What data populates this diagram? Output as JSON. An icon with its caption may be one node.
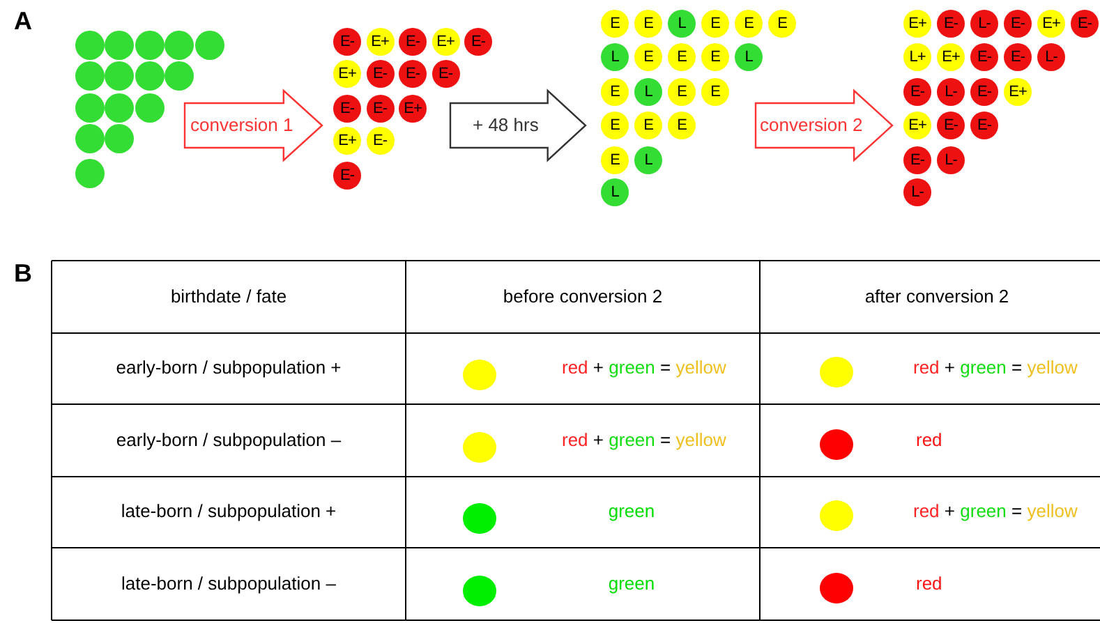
{
  "diagram": {
    "nodes": [
      {
        "text": [],
        "shape": "circle"
      },
      {
        "text": [],
        "shape": "circle"
      },
      {
        "text": [],
        "shape": "circle"
      },
      {
        "text": [],
        "shape": "circle"
      },
      {
        "text": [],
        "shape": "circle"
      },
      {
        "text": [],
        "shape": "circle"
      },
      {
        "text": [],
        "shape": "circle"
      },
      {
        "text": [],
        "shape": "circle"
      },
      {
        "text": [],
        "shape": "circle"
      },
      {
        "text": [],
        "shape": "circle"
      },
      {
        "text": [],
        "shape": "circle"
      },
      {
        "text": [],
        "shape": "circle"
      },
      {
        "text": [],
        "shape": "circle"
      },
      {
        "text": [],
        "shape": "circle"
      },
      {
        "text": [],
        "shape": "circle"
      },
      {
        "text": [
          "E-"
        ]
      },
      {
        "text": [
          "E+"
        ]
      },
      {
        "text": [
          "E-"
        ]
      },
      {
        "text": [
          "E+"
        ]
      },
      {
        "text": [
          "E-"
        ]
      },
      {
        "text": [
          "E+"
        ]
      },
      {
        "text": [
          "E-"
        ]
      },
      {
        "text": [
          "E-"
        ]
      },
      {
        "text": [
          "E-"
        ]
      },
      {
        "text": [
          "E-"
        ]
      },
      {
        "text": [
          "E-"
        ]
      },
      {
        "text": [
          "E+"
        ]
      },
      {
        "text": [
          "E+"
        ]
      },
      {
        "text": [
          "E-"
        ]
      },
      {
        "text": [
          "E-"
        ]
      },
      {
        "text": [
          "E"
        ]
      },
      {
        "text": [
          "E"
        ]
      },
      {
        "text": [
          "L"
        ]
      },
      {
        "text": [
          "E"
        ]
      },
      {
        "text": [
          "E"
        ]
      },
      {
        "text": [
          "E"
        ]
      },
      {
        "text": [
          "L"
        ]
      },
      {
        "text": [
          "E"
        ]
      },
      {
        "text": [
          "E"
        ]
      },
      {
        "text": [
          "E"
        ]
      },
      {
        "text": [
          "L"
        ]
      },
      {
        "text": [
          "E"
        ]
      },
      {
        "text": [
          "L"
        ]
      },
      {
        "text": [
          "E"
        ]
      },
      {
        "text": [
          "E"
        ]
      },
      {
        "text": [
          "E"
        ]
      },
      {
        "text": [
          "E"
        ]
      },
      {
        "text": [
          "E"
        ]
      },
      {
        "text": [
          "E"
        ]
      },
      {
        "text": [
          "L"
        ]
      },
      {
        "text": [
          "L"
        ]
      },
      {
        "text": [
          "E+"
        ]
      },
      {
        "text": [
          "E-"
        ]
      },
      {
        "text": [
          "L-"
        ]
      },
      {
        "text": [
          "E-"
        ]
      },
      {
        "text": [
          "E+"
        ]
      },
      {
        "text": [
          "E-"
        ]
      },
      {
        "text": [
          "L+"
        ]
      },
      {
        "text": [
          "E+"
        ]
      },
      {
        "text": [
          "E-"
        ]
      },
      {
        "text": [
          "E-"
        ]
      },
      {
        "text": [
          "L-"
        ]
      },
      {
        "text": [
          "E-"
        ]
      },
      {
        "text": [
          "L-"
        ]
      },
      {
        "text": [
          "E-"
        ]
      },
      {
        "text": [
          "E+"
        ]
      },
      {
        "text": [
          "E+"
        ]
      },
      {
        "text": [
          "E-"
        ]
      },
      {
        "text": [
          "E-"
        ]
      },
      {
        "text": [
          "E-"
        ]
      },
      {
        "text": [
          "L-"
        ]
      },
      {
        "text": [
          "L-"
        ]
      },
      {
        "text": [],
        "shape": "circle"
      },
      {
        "text": [],
        "shape": "circle"
      },
      {
        "text": [],
        "shape": "circle"
      },
      {
        "text": [],
        "shape": "circle"
      },
      {
        "text": [],
        "shape": "circle"
      },
      {
        "text": [],
        "shape": "circle"
      },
      {
        "text": [],
        "shape": "circle"
      },
      {
        "text": [],
        "shape": "circle"
      }
    ],
    "edges": [
      {
        "from": 8,
        "to": 24,
        "arrow": "to",
        "label": "conversion 1"
      },
      {
        "from": 23,
        "to": 41,
        "arrow": "to",
        "label": "+ 48 hrs",
        "color": "#333333"
      },
      {
        "from": 44,
        "to": 66,
        "arrow": "to",
        "label": "conversion 2"
      }
    ],
    "labels": [
      "A",
      "B",
      "birthdate / fate",
      "before conversion 2",
      "after conversion 2",
      "early-born / subpopulation +",
      "red + green = yellow",
      "red + green = yellow",
      "early-born / subpopulation –",
      "red + green = yellow",
      "red",
      "late-born / subpopulation +",
      "green",
      "red + green = yellow",
      "late-born / subpopulation –",
      "green",
      "red"
    ]
  }
}
